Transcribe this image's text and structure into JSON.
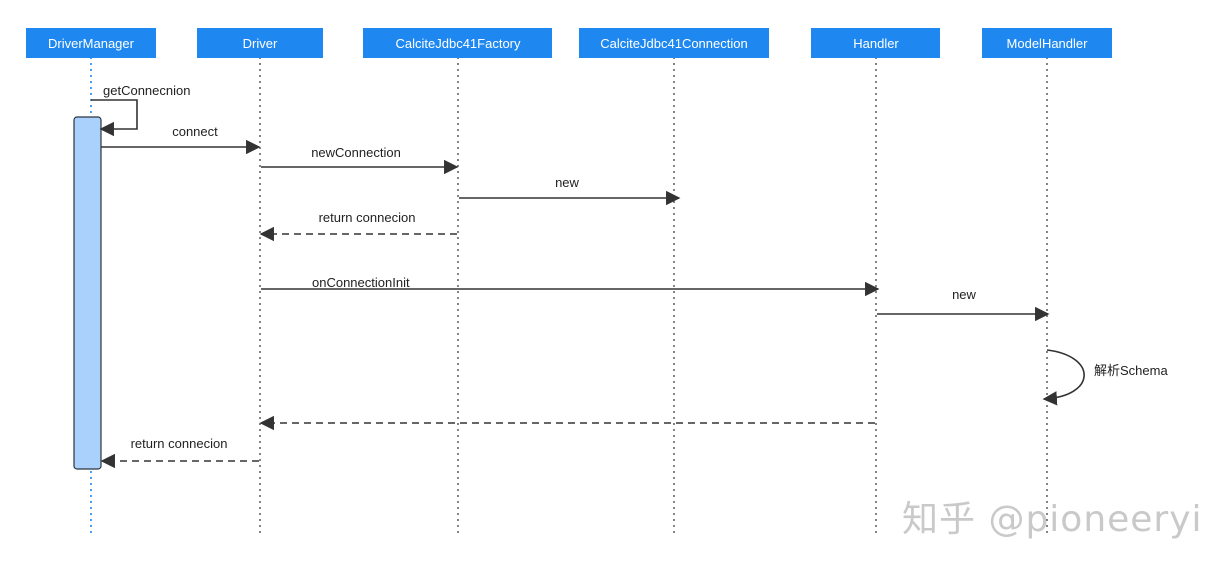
{
  "participants": [
    {
      "id": "dm",
      "label": "DriverManager"
    },
    {
      "id": "drv",
      "label": "Driver"
    },
    {
      "id": "fac",
      "label": "CalciteJdbc41Factory"
    },
    {
      "id": "conn",
      "label": "CalciteJdbc41Connection"
    },
    {
      "id": "hdl",
      "label": "Handler"
    },
    {
      "id": "mh",
      "label": "ModelHandler"
    }
  ],
  "messages": [
    {
      "from": "dm",
      "to": "dm",
      "label": "getConnecnion",
      "style": "solid",
      "self": true
    },
    {
      "from": "dm",
      "to": "drv",
      "label": "connect",
      "style": "solid"
    },
    {
      "from": "drv",
      "to": "fac",
      "label": "newConnection",
      "style": "solid"
    },
    {
      "from": "fac",
      "to": "conn",
      "label": "new",
      "style": "solid"
    },
    {
      "from": "fac",
      "to": "drv",
      "label": "return connecion",
      "style": "dashed"
    },
    {
      "from": "drv",
      "to": "hdl",
      "label": "onConnectionInit",
      "style": "solid"
    },
    {
      "from": "hdl",
      "to": "mh",
      "label": "new",
      "style": "solid"
    },
    {
      "from": "mh",
      "to": "mh",
      "label": "解析Schema",
      "style": "solid",
      "self": true
    },
    {
      "from": "hdl",
      "to": "drv",
      "label": "",
      "style": "dashed"
    },
    {
      "from": "drv",
      "to": "dm",
      "label": "return connecion",
      "style": "dashed"
    }
  ],
  "watermark": "知乎 @pioneeryi",
  "colors": {
    "header": "#1e88f0",
    "activation": "#a9d1fb",
    "line": "#333333"
  }
}
